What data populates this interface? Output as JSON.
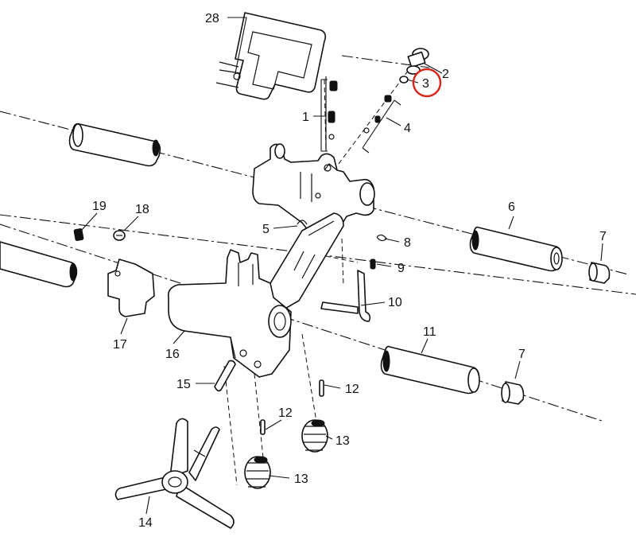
{
  "diagram": {
    "callouts": [
      {
        "id": "c28",
        "text": "28"
      },
      {
        "id": "c2",
        "text": "2"
      },
      {
        "id": "c3",
        "text": "3"
      },
      {
        "id": "c1",
        "text": "1"
      },
      {
        "id": "c4",
        "text": "4"
      },
      {
        "id": "c19",
        "text": "19"
      },
      {
        "id": "c18",
        "text": "18"
      },
      {
        "id": "c6",
        "text": "6"
      },
      {
        "id": "c7a",
        "text": "7"
      },
      {
        "id": "c5",
        "text": "5"
      },
      {
        "id": "c8",
        "text": "8"
      },
      {
        "id": "c9",
        "text": "9"
      },
      {
        "id": "c10",
        "text": "10"
      },
      {
        "id": "c11",
        "text": "11"
      },
      {
        "id": "c7b",
        "text": "7"
      },
      {
        "id": "c17",
        "text": "17"
      },
      {
        "id": "c16",
        "text": "16"
      },
      {
        "id": "c15",
        "text": "15"
      },
      {
        "id": "c12a",
        "text": "12"
      },
      {
        "id": "c12b",
        "text": "12"
      },
      {
        "id": "c13a",
        "text": "13"
      },
      {
        "id": "c13b",
        "text": "13"
      },
      {
        "id": "c14",
        "text": "14"
      }
    ],
    "highlight_color": "#d9241c"
  }
}
